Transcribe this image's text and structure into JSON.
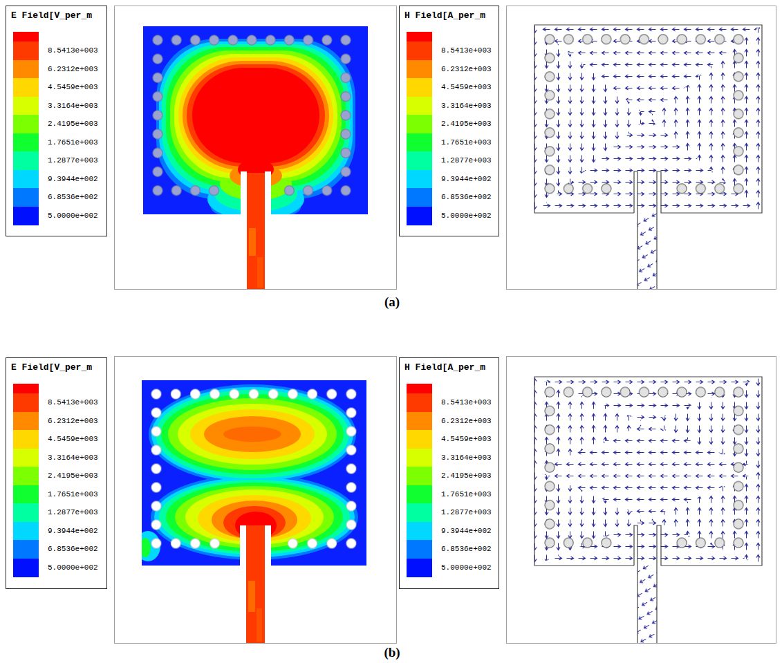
{
  "diagram": {
    "nodes": [
      {
        "text": [
          "E Field[V_per_m"
        ]
      },
      {
        "text": [
          "H Field[A_per_m"
        ]
      },
      {
        "text": [
          "E Field[V_per_m"
        ]
      },
      {
        "text": [
          "H Field[A_per_m"
        ]
      }
    ],
    "labels": [
      "(a)",
      "(b)"
    ],
    "legend": [
      {
        "text": "8.5413e+003",
        "color": "#ff3a00"
      },
      {
        "text": "6.2312e+003",
        "color": "#ff8a00"
      },
      {
        "text": "4.5459e+003",
        "color": "#ffd800"
      },
      {
        "text": "3.3164e+003",
        "color": "#d8ff00"
      },
      {
        "text": "2.4195e+003",
        "color": "#7cff00"
      },
      {
        "text": "1.7651e+003",
        "color": "#10ff30"
      },
      {
        "text": "1.2877e+003",
        "color": "#00ffa0"
      },
      {
        "text": "9.3944e+002",
        "color": "#00d8ff"
      },
      {
        "text": "6.8536e+002",
        "color": "#0078ff"
      },
      {
        "text": "5.0000e+002",
        "color": "#0010ff"
      },
      {
        "text": "8.5413e+003",
        "color": "#ff3a00"
      },
      {
        "text": "6.2312e+003",
        "color": "#ff8a00"
      },
      {
        "text": "4.5459e+003",
        "color": "#ffd800"
      },
      {
        "text": "3.3164e+003",
        "color": "#d8ff00"
      },
      {
        "text": "2.4195e+003",
        "color": "#7cff00"
      },
      {
        "text": "1.7651e+003",
        "color": "#10ff30"
      },
      {
        "text": "1.2877e+003",
        "color": "#00ffa0"
      },
      {
        "text": "9.3944e+002",
        "color": "#00d8ff"
      },
      {
        "text": "6.8536e+002",
        "color": "#0078ff"
      },
      {
        "text": "5.0000e+002",
        "color": "#0010ff"
      },
      {
        "text": "8.5413e+003",
        "color": "#ff3a00"
      },
      {
        "text": "6.2312e+003",
        "color": "#ff8a00"
      },
      {
        "text": "4.5459e+003",
        "color": "#ffd800"
      },
      {
        "text": "3.3164e+003",
        "color": "#d8ff00"
      },
      {
        "text": "2.4195e+003",
        "color": "#7cff00"
      },
      {
        "text": "1.7651e+003",
        "color": "#10ff30"
      },
      {
        "text": "1.2877e+003",
        "color": "#00ffa0"
      },
      {
        "text": "9.3944e+002",
        "color": "#00d8ff"
      },
      {
        "text": "6.8536e+002",
        "color": "#0078ff"
      },
      {
        "text": "5.0000e+002",
        "color": "#0010ff"
      },
      {
        "text": "8.5413e+003",
        "color": "#ff3a00"
      },
      {
        "text": "6.2312e+003",
        "color": "#ff8a00"
      },
      {
        "text": "4.5459e+003",
        "color": "#ffd800"
      },
      {
        "text": "3.3164e+003",
        "color": "#d8ff00"
      },
      {
        "text": "2.4195e+003",
        "color": "#7cff00"
      },
      {
        "text": "1.7651e+003",
        "color": "#10ff30"
      },
      {
        "text": "1.2877e+003",
        "color": "#00ffa0"
      },
      {
        "text": "9.3944e+002",
        "color": "#00d8ff"
      },
      {
        "text": "6.8536e+002",
        "color": "#0078ff"
      },
      {
        "text": "5.0000e+002",
        "color": "#0010ff"
      }
    ]
  }
}
